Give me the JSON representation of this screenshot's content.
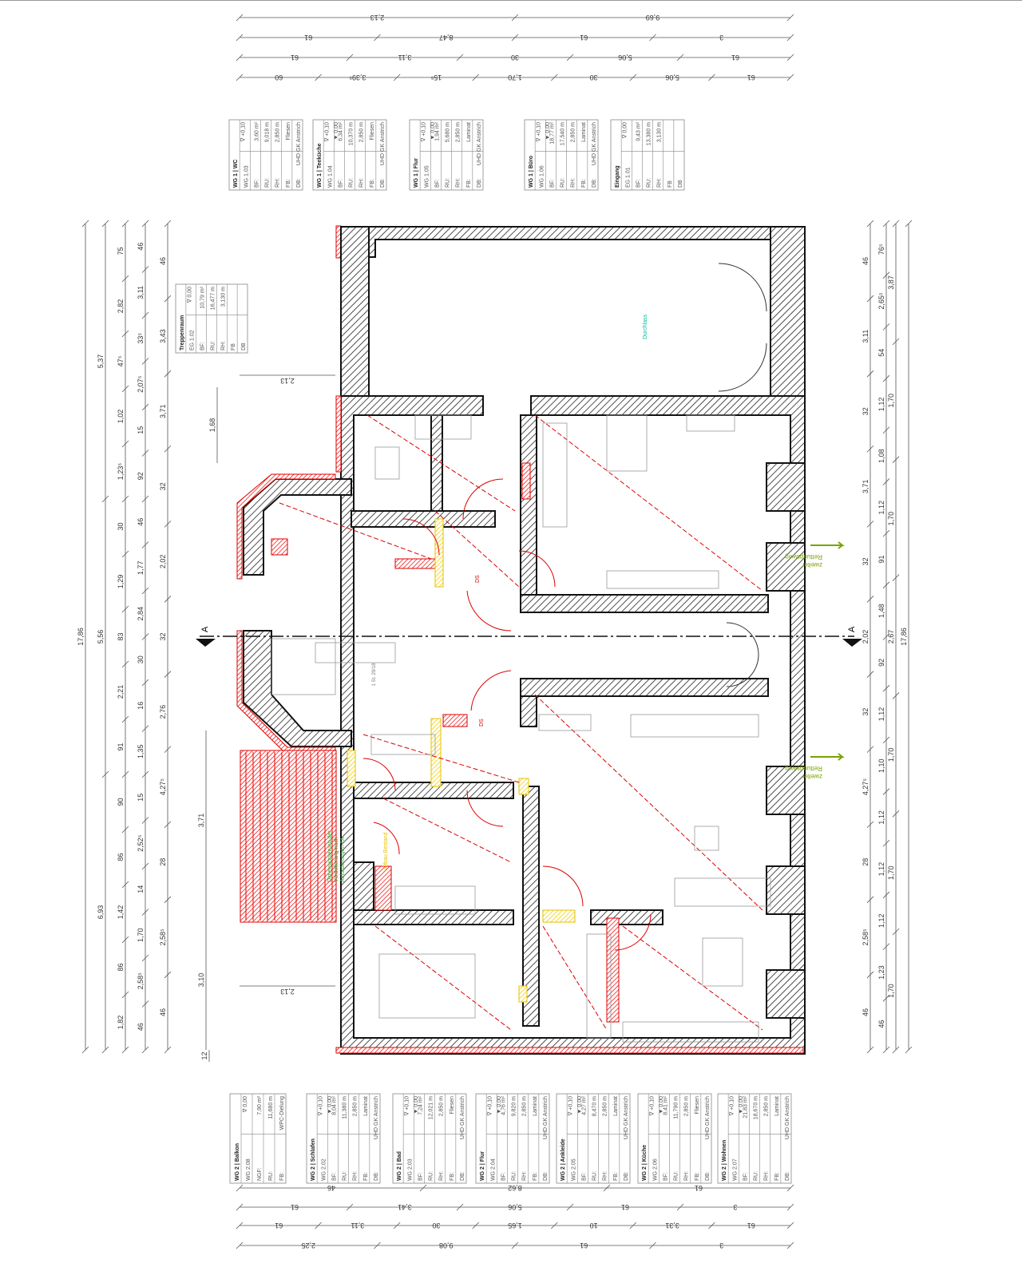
{
  "room_tables_top": [
    {
      "title": "WG 1 | WC",
      "id": "WG 1.03",
      "level_top": "∇ +0,10",
      "level_bot": "",
      "rows": [
        [
          "BF:",
          "3,60 m²"
        ],
        [
          "RU:",
          "9,018 m"
        ],
        [
          "RH:",
          "2,850 m"
        ],
        [
          "FB:",
          "Fliesen"
        ],
        [
          "DB:",
          "UHD GK Anstrich"
        ]
      ]
    },
    {
      "title": "WG 1 | Teeküche",
      "id": "WG 1.04",
      "level_top": "∇ +0,10",
      "level_bot": "▼ 0,00",
      "rows": [
        [
          "BF:",
          "6,34 m²"
        ],
        [
          "RU:",
          "10,370 m"
        ],
        [
          "RH:",
          "2,850 m"
        ],
        [
          "FB:",
          "Fliesen"
        ],
        [
          "DB:",
          "UHD GK Anstrich"
        ]
      ]
    },
    {
      "title": "WG 1 | Flur",
      "id": "WG 1.05",
      "level_top": "∇ +0,10",
      "level_bot": "▼ 0,00",
      "rows": [
        [
          "BF:",
          "1,94 m²"
        ],
        [
          "RU:",
          "5,680 m"
        ],
        [
          "RH:",
          "2,850 m"
        ],
        [
          "FB:",
          "Laminat"
        ],
        [
          "DB:",
          "UHD GK Anstrich"
        ]
      ]
    },
    {
      "title": "WG 1 | Büro",
      "id": "WG 1.06",
      "level_top": "∇ +0,10",
      "level_bot": "▼ 0,00",
      "rows": [
        [
          "BF:",
          "18,77 m²"
        ],
        [
          "RU:",
          "17,540 m"
        ],
        [
          "RH:",
          "2,850 m"
        ],
        [
          "FB:",
          "Laminat"
        ],
        [
          "DB:",
          "UHD GK Anstrich"
        ]
      ]
    },
    {
      "title": "Eingang",
      "id": "EG 1.01",
      "level_top": "∇ 0,00",
      "level_bot": "",
      "rows": [
        [
          "BF:",
          "9,43 m²"
        ],
        [
          "RU:",
          "13,380 m"
        ],
        [
          "RH:",
          "3,130 m"
        ],
        [
          "FB",
          ""
        ],
        [
          "DB",
          ""
        ]
      ]
    }
  ],
  "room_table_stair": {
    "title": "Treppenraum",
    "id": "EG 1.02",
    "level_top": "∇ 0,00",
    "level_bot": "",
    "rows": [
      [
        "BF:",
        "10,79 m²"
      ],
      [
        "RU:",
        "16,477 m"
      ],
      [
        "RH:",
        "3,130 m"
      ],
      [
        "FB",
        ""
      ],
      [
        "DB",
        ""
      ]
    ]
  },
  "room_tables_bottom": [
    {
      "title": "WG 2 | Balkon",
      "id": "WG 2.08",
      "level_top": "∇ 0,00",
      "level_bot": "",
      "rows": [
        [
          "NGF:",
          "7,90 m²"
        ],
        [
          "RU:",
          "11,680 m"
        ],
        [
          "FB:",
          "WPC-Dielung"
        ]
      ]
    },
    {
      "title": "WG 2 | Schlafen",
      "id": "WG 2.02",
      "level_top": "∇ +0,10",
      "level_bot": "▼ 0,00",
      "rows": [
        [
          "BF:",
          "8,04 m²"
        ],
        [
          "RU:",
          "11,380 m"
        ],
        [
          "RH:",
          "2,850 m"
        ],
        [
          "FB:",
          "Laminat"
        ],
        [
          "DB:",
          "UHD GK Anstrich"
        ]
      ]
    },
    {
      "title": "WG 2 | Bad",
      "id": "WG 2.03",
      "level_top": "∇ +0,10",
      "level_bot": "▼ 0,00",
      "rows": [
        [
          "BF:",
          "7,24 m²"
        ],
        [
          "RU:",
          "12,021 m"
        ],
        [
          "RH:",
          "2,850 m"
        ],
        [
          "FB:",
          "Fliesen"
        ],
        [
          "DB:",
          "UHD GK Anstrich"
        ]
      ]
    },
    {
      "title": "WG 2 | Flur",
      "id": "WG 2.04",
      "level_top": "∇ +0,10",
      "level_bot": "▼ 0,00",
      "rows": [
        [
          "BF:",
          "4,76 m²"
        ],
        [
          "RU:",
          "9,820 m"
        ],
        [
          "RH:",
          "2,850 m"
        ],
        [
          "FB:",
          "Laminat"
        ],
        [
          "DB:",
          "UHD GK Anstrich"
        ]
      ]
    },
    {
      "title": "WG 2 | Ankleide",
      "id": "WG 2.05",
      "level_top": "∇ +0,10",
      "level_bot": "▼ 0,00",
      "rows": [
        [
          "BF:",
          "4,27 m²"
        ],
        [
          "RU:",
          "8,470 m"
        ],
        [
          "RH:",
          "2,850 m"
        ],
        [
          "FB:",
          "Laminat"
        ],
        [
          "DB:",
          "UHD GK Anstrich"
        ]
      ]
    },
    {
      "title": "WG 2 | Küche",
      "id": "WG 2.06",
      "level_top": "∇ +0,10",
      "level_bot": "▼ 0,00",
      "rows": [
        [
          "BF:",
          "8,41 m²"
        ],
        [
          "RU:",
          "11,790 m"
        ],
        [
          "RH:",
          "2,850 m"
        ],
        [
          "FB:",
          "Fliesen"
        ],
        [
          "DB:",
          "UHD GK Anstrich"
        ]
      ]
    },
    {
      "title": "WG 2 | Wohnen",
      "id": "WG 2.07",
      "level_top": "∇ +0,10",
      "level_bot": "▼ 0,00",
      "rows": [
        [
          "BF:",
          "21,83 m²"
        ],
        [
          "RU:",
          "18,670 m"
        ],
        [
          "RH:",
          "2,850 m"
        ],
        [
          "FB:",
          "Laminat"
        ],
        [
          "DB:",
          "UHD GK Anstrich"
        ]
      ]
    }
  ],
  "dimensions": {
    "top": [
      [
        "2,13",
        "9,69"
      ],
      [
        "61",
        "8,47",
        "61",
        "3"
      ],
      [
        "61",
        "3,11",
        "30",
        "5,06",
        "61"
      ],
      [
        "60",
        "3,39⁵",
        "15⁵",
        "1,70",
        "30",
        "5,06",
        "61"
      ]
    ],
    "bottom": [
      [
        "46",
        "8,62",
        "61"
      ],
      [
        "61",
        "3,41",
        "5,06",
        "61",
        "3"
      ],
      [
        "61",
        "3,11",
        "30",
        "1,65",
        "10",
        "3,31",
        "61"
      ],
      [
        "2,25",
        "9,08",
        "61",
        "3"
      ]
    ],
    "left": [
      [
        "17,86"
      ],
      [
        "5,37",
        "5,56",
        "6,93"
      ],
      [
        "75",
        "2,82",
        "47⁵",
        "1,02",
        "1,23⁵",
        "30",
        "1,29",
        "83",
        "2,21",
        "91",
        "90",
        "86",
        "1,42",
        "86",
        "1,82"
      ],
      [
        "46",
        "3,11",
        "33⁵",
        "2,07⁵",
        "15",
        "92",
        "46",
        "1,77",
        "2,84",
        "30",
        "16",
        "1,35",
        "15",
        "2,52⁵",
        "14",
        "1,70",
        "2,58⁵",
        "46"
      ],
      [
        "46",
        "3,43",
        "3,71",
        "32",
        "2,02",
        "32",
        "2,76",
        "4,27⁵",
        "28",
        "2,58⁵",
        "46"
      ]
    ],
    "right": [
      [
        "17,86"
      ],
      [
        "3,87",
        "1,70",
        "1,70",
        "2,67",
        "1,70",
        "1,70",
        "1,70"
      ],
      [
        "76⁵",
        "2,65⁵",
        "54",
        "1,12",
        "1,08",
        "1,12",
        "91",
        "1,48",
        "92",
        "1,12",
        "1,10",
        "1,12",
        "1,12",
        "1,12",
        "1,23",
        "46"
      ],
      [
        "46",
        "3,11",
        "32",
        "3,71",
        "32",
        "2,02",
        "32",
        "4,27⁵",
        "28",
        "2,58⁵",
        "46"
      ]
    ],
    "inner": [
      "2,13",
      "1,68",
      "3,71",
      "3,10",
      "2,13",
      "12"
    ]
  },
  "annotations": {
    "section_mark": "A",
    "escape_route": [
      "zweiter",
      "Rettungsweg"
    ],
    "door_ds": "DS",
    "stair_label": "1 St. 29/18",
    "pass_through": "Durchlass",
    "dimensioning_note": [
      "Dimensionierung der",
      "Verdoflerung nach",
      "Anforderungen TA"
    ],
    "rooms_note": "Altbau Bestand"
  },
  "colors": {
    "wall": "#222222",
    "demolish": "#e00000",
    "new": "#f2d000",
    "escape": "#7aa300",
    "section": "#111111"
  }
}
